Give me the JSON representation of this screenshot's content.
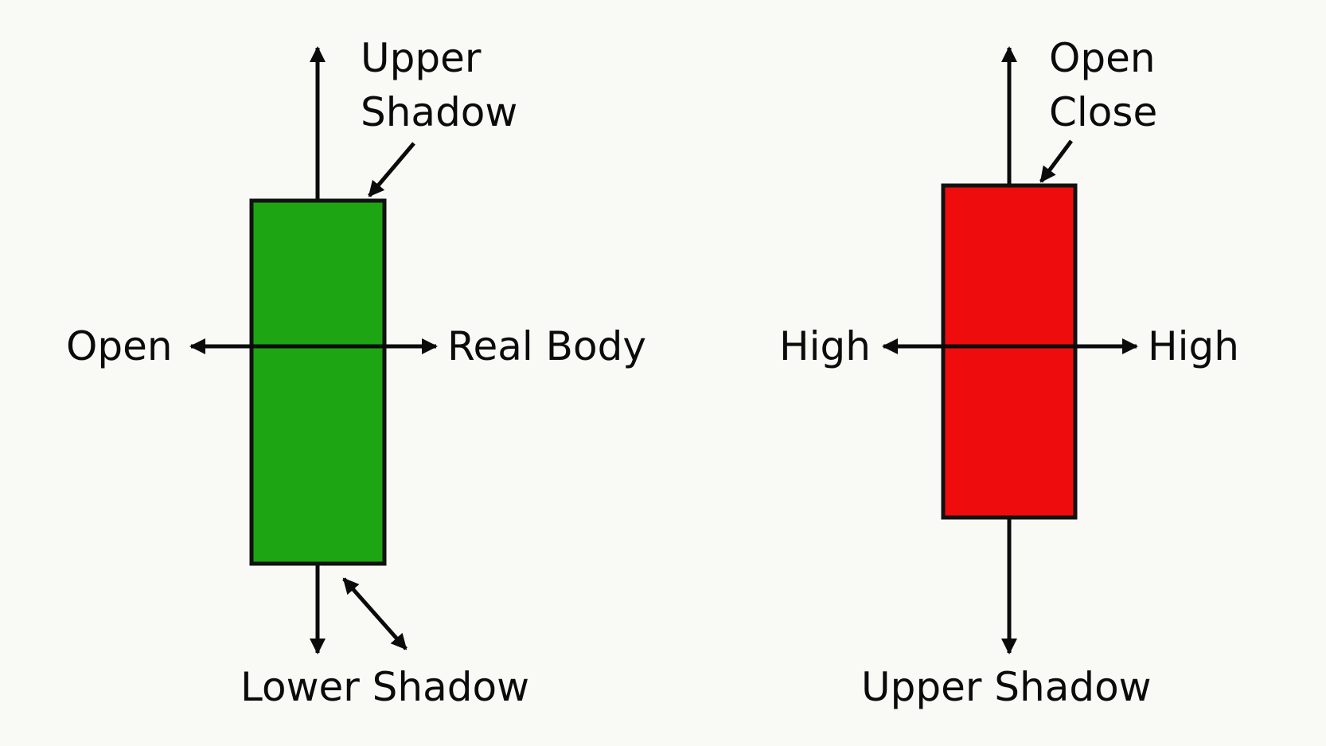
{
  "colors": {
    "background": "#f9f9f6",
    "bullish_body": "#1ea514",
    "bearish_body": "#ef0c0c",
    "outline": "#111111",
    "arrow": "#0b0b0b"
  },
  "bullish_candle": {
    "upper_shadow_line1": "Upper",
    "upper_shadow_line2": "Shadow",
    "left_label": "Open",
    "right_label": "Real Body",
    "bottom_label": "Lower Shadow"
  },
  "bearish_candle": {
    "top_line1": "Open",
    "top_line2": "Close",
    "left_label": "High",
    "right_label": "High",
    "bottom_label": "Upper Shadow"
  }
}
